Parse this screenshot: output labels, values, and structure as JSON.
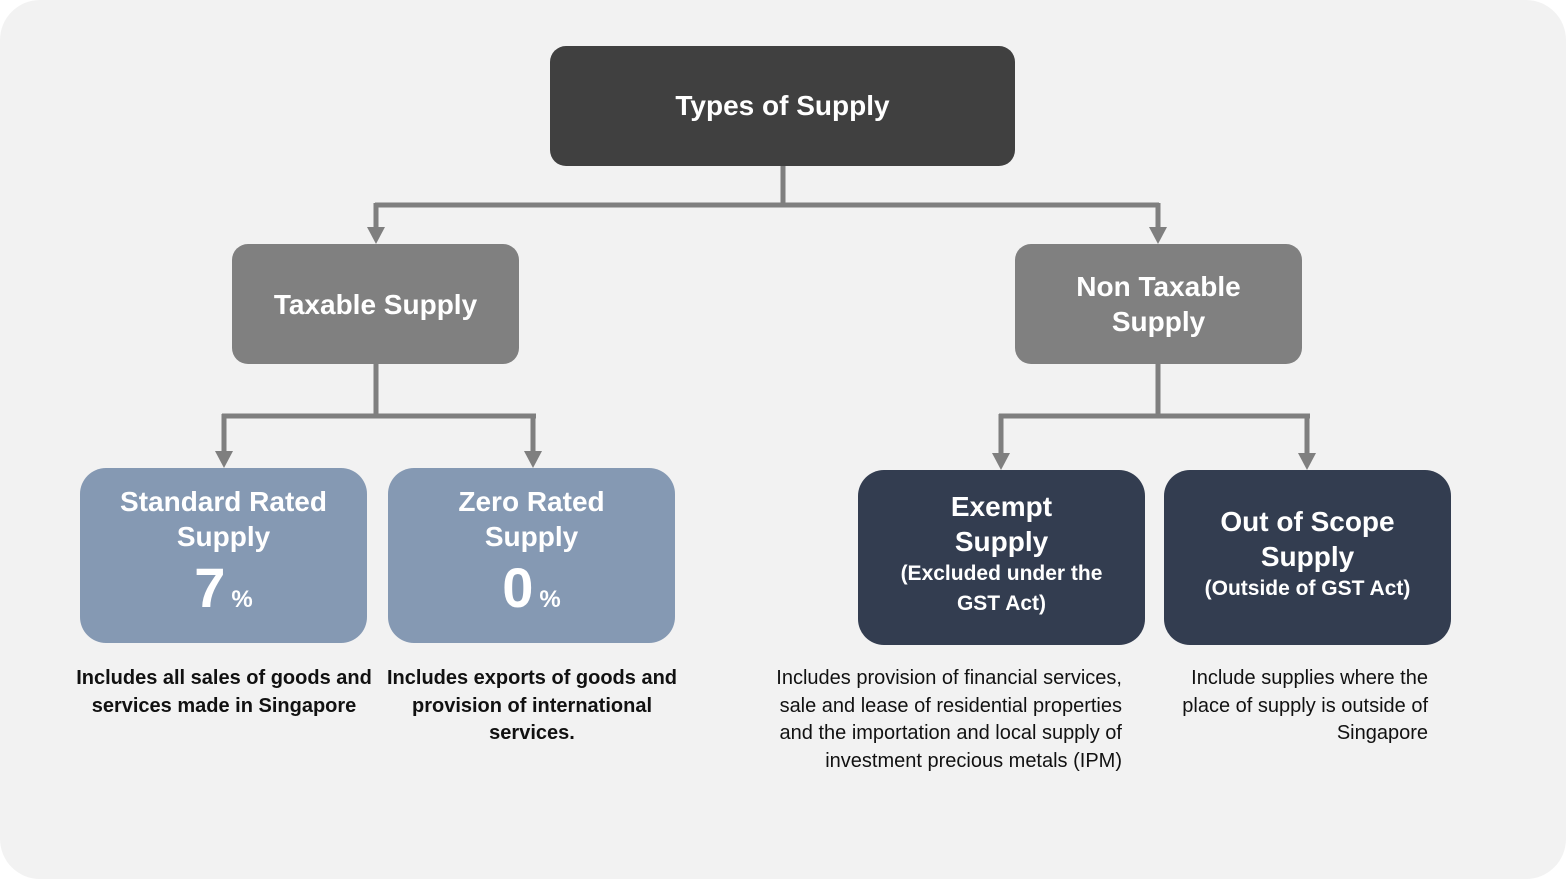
{
  "root": {
    "title": "Types of Supply"
  },
  "taxable": {
    "title": "Taxable Supply"
  },
  "non_taxable": {
    "title_line1": "Non Taxable",
    "title_line2": "Supply"
  },
  "standard_rated": {
    "title_line1": "Standard Rated",
    "title_line2": "Supply",
    "rate_value": "7",
    "rate_unit": "%",
    "description": "Includes all sales of goods and services made in Singapore"
  },
  "zero_rated": {
    "title_line1": "Zero Rated",
    "title_line2": "Supply",
    "rate_value": "0",
    "rate_unit": "%",
    "description": "Includes exports of goods and provision of international services."
  },
  "exempt": {
    "title_line1": "Exempt",
    "title_line2": "Supply",
    "subtitle": "(Excluded under the GST Act)",
    "description": "Includes provision of financial services, sale and lease of residential properties and the importation and local supply of investment precious metals (IPM)"
  },
  "out_of_scope": {
    "title_line1": "Out of Scope",
    "title_line2": "Supply",
    "subtitle": "(Outside of GST Act)",
    "description": "Include supplies where the place of supply is outside of Singapore"
  },
  "colors": {
    "background": "#f2f2f2",
    "root_box": "#404040",
    "mid_box": "#808080",
    "taxable_leaf": "#8599b3",
    "non_taxable_leaf": "#333d50",
    "connector": "#7f7f7f"
  }
}
